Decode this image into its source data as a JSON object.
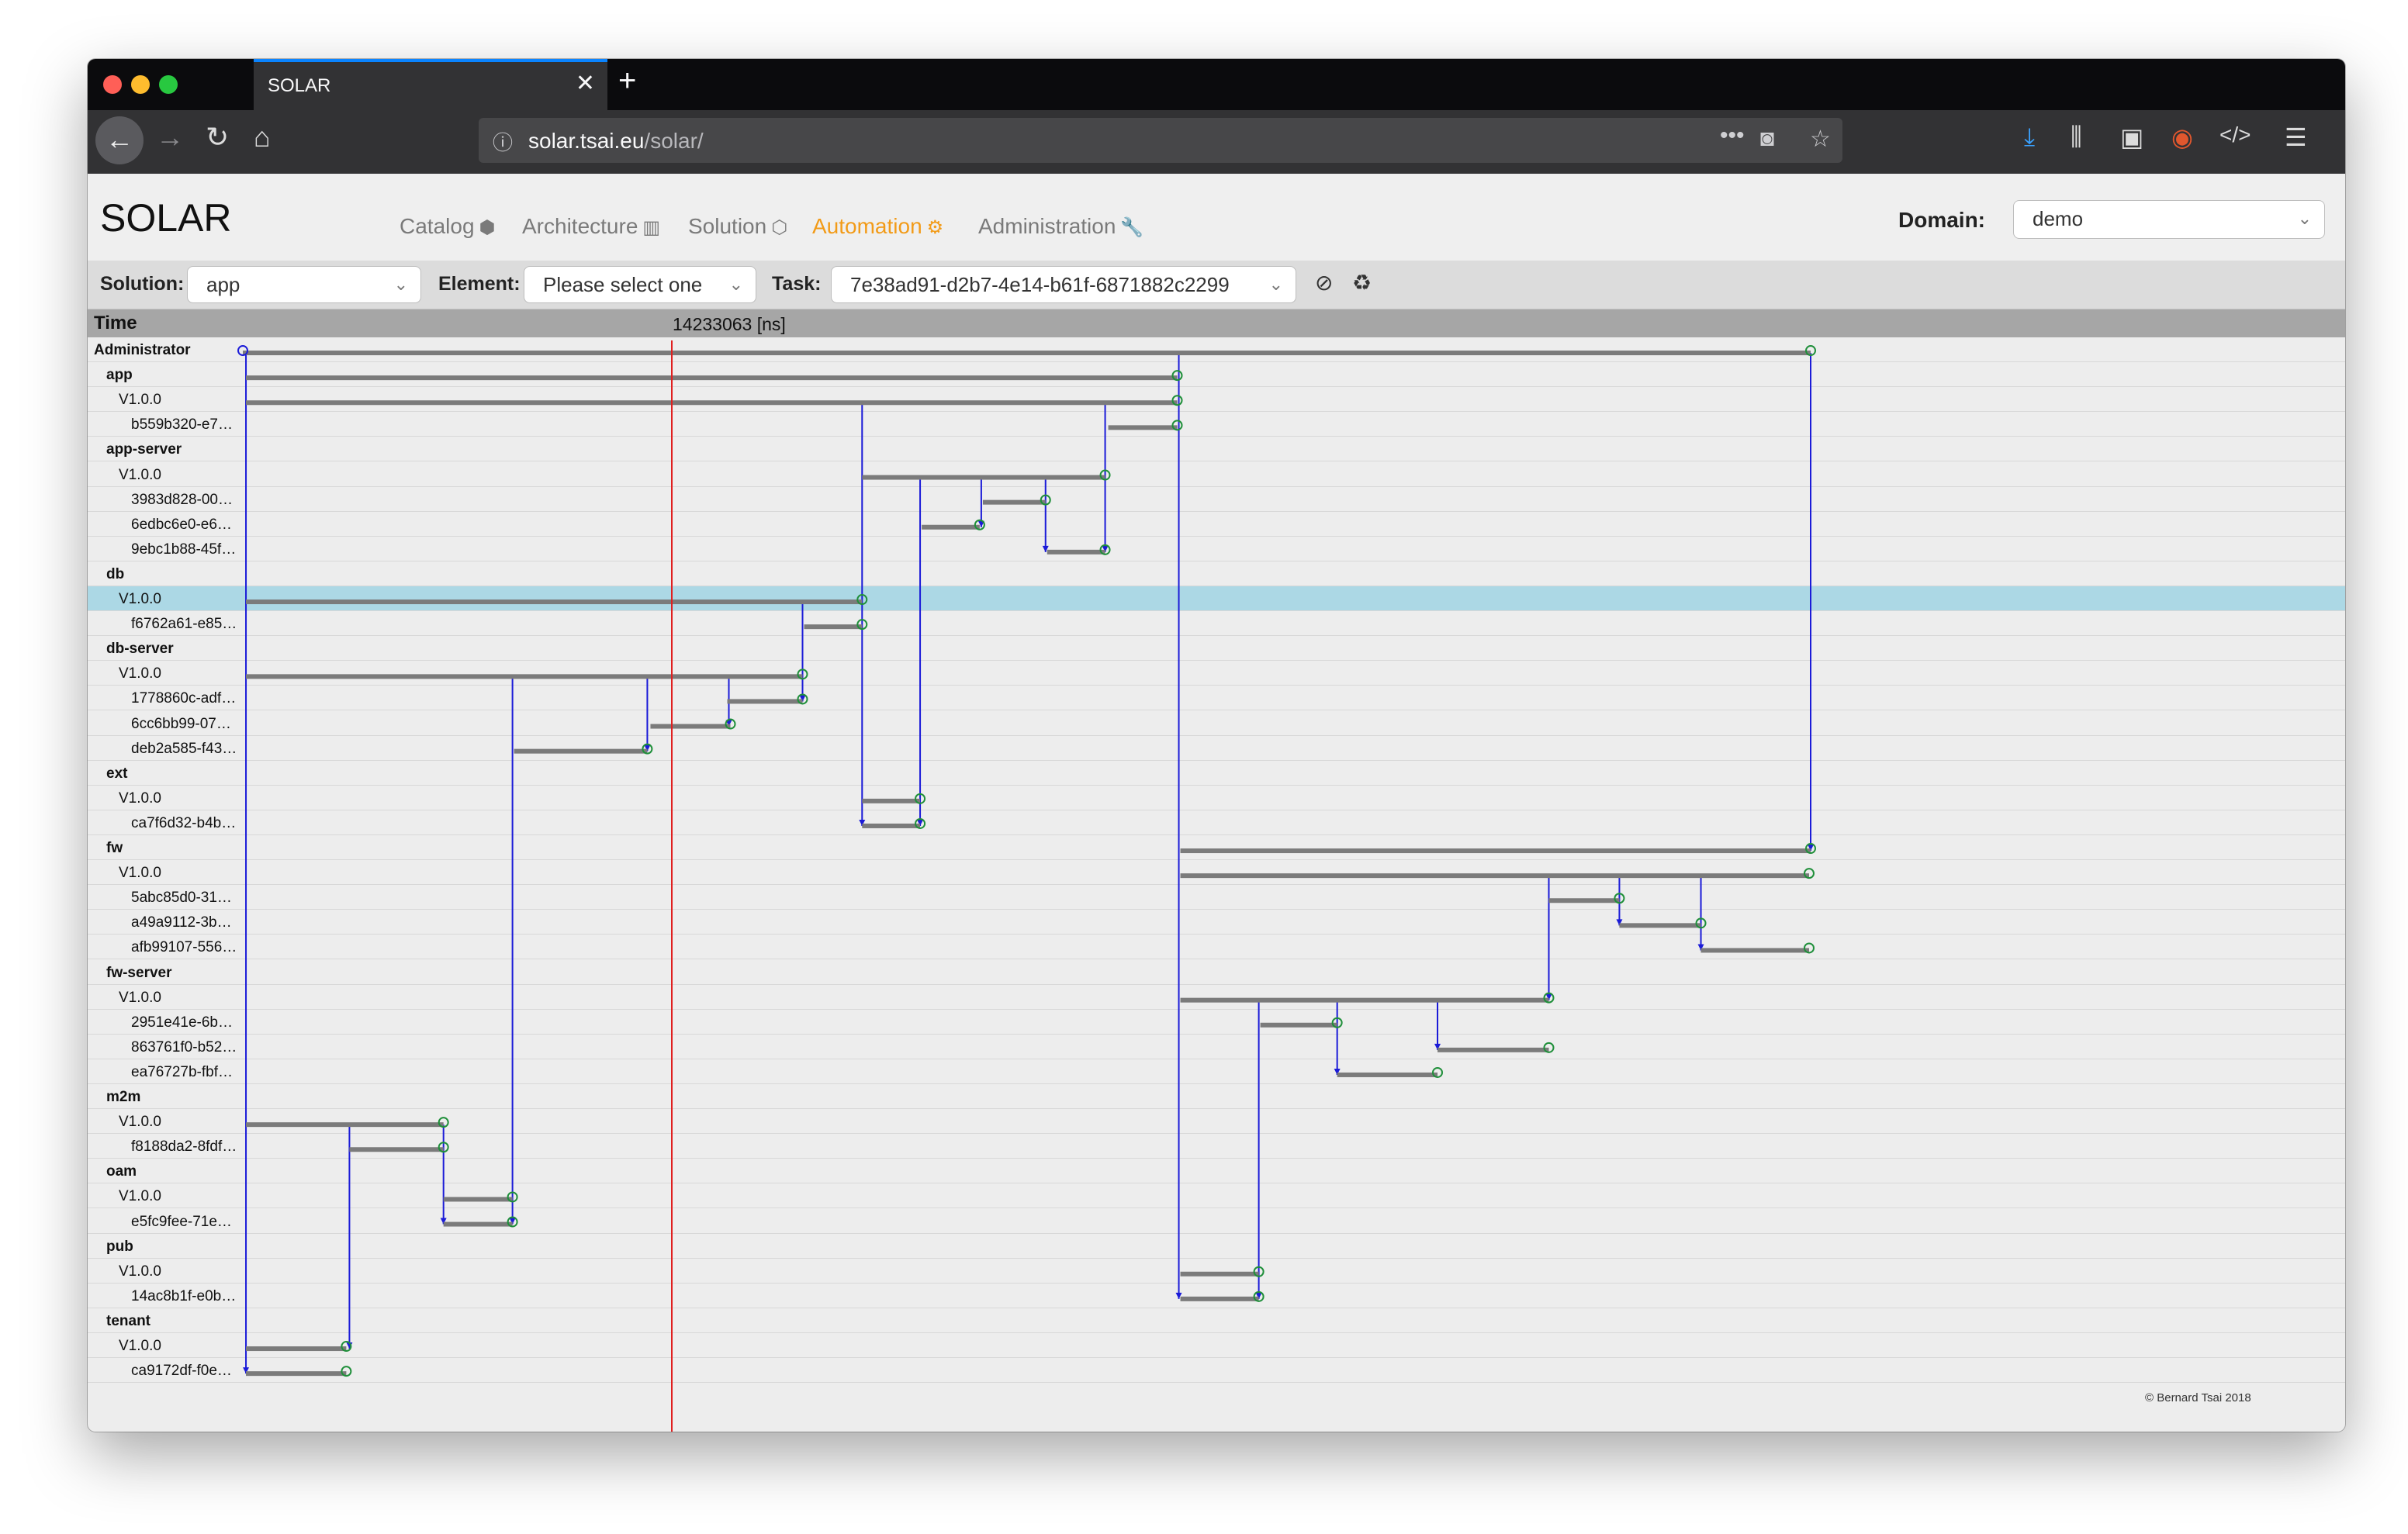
{
  "browser": {
    "tab_title": "SOLAR",
    "tab_close": "✕",
    "new_tab": "+",
    "url_host": "solar.tsai.eu",
    "url_path": "/solar/"
  },
  "app": {
    "brand": "SOLAR",
    "nav": [
      {
        "label": "Catalog",
        "icon": "cube-icon",
        "glyph": "⬢",
        "active": false
      },
      {
        "label": "Architecture",
        "icon": "map-icon",
        "glyph": "▥",
        "active": false
      },
      {
        "label": "Solution",
        "icon": "cubes-icon",
        "glyph": "⬡",
        "active": false
      },
      {
        "label": "Automation",
        "icon": "cogs-icon",
        "glyph": "⚙",
        "active": true
      },
      {
        "label": "Administration",
        "icon": "wrench-icon",
        "glyph": "🔧",
        "active": false
      }
    ],
    "domain_label": "Domain:",
    "domain_value": "demo",
    "accent_color": "#f29b18"
  },
  "toolbar": {
    "solution_label": "Solution:",
    "solution_value": "app",
    "element_label": "Element:",
    "element_value": "Please select one",
    "task_label": "Task:",
    "task_value": "7e38ad91-d2b7-4e14-b61f-6871882c2299"
  },
  "timeline": {
    "time_label": "Time",
    "cursor_value": "14233063 [ns]",
    "selected_row": 10,
    "rows": [
      {
        "label": "Administrator",
        "level": 0,
        "group": true
      },
      {
        "label": "app",
        "level": 1,
        "group": true
      },
      {
        "label": "V1.0.0",
        "level": 2,
        "group": false
      },
      {
        "label": "b559b320-e7…",
        "level": 3,
        "group": false
      },
      {
        "label": "app-server",
        "level": 1,
        "group": true
      },
      {
        "label": "V1.0.0",
        "level": 2,
        "group": false
      },
      {
        "label": "3983d828-00…",
        "level": 3,
        "group": false
      },
      {
        "label": "6edbc6e0-e6…",
        "level": 3,
        "group": false
      },
      {
        "label": "9ebc1b88-45f…",
        "level": 3,
        "group": false
      },
      {
        "label": "db",
        "level": 1,
        "group": true
      },
      {
        "label": "V1.0.0",
        "level": 2,
        "group": false
      },
      {
        "label": "f6762a61-e85…",
        "level": 3,
        "group": false
      },
      {
        "label": "db-server",
        "level": 1,
        "group": true
      },
      {
        "label": "V1.0.0",
        "level": 2,
        "group": false
      },
      {
        "label": "1778860c-adf…",
        "level": 3,
        "group": false
      },
      {
        "label": "6cc6bb99-07…",
        "level": 3,
        "group": false
      },
      {
        "label": "deb2a585-f43…",
        "level": 3,
        "group": false
      },
      {
        "label": "ext",
        "level": 1,
        "group": true
      },
      {
        "label": "V1.0.0",
        "level": 2,
        "group": false
      },
      {
        "label": "ca7f6d32-b4b…",
        "level": 3,
        "group": false
      },
      {
        "label": "fw",
        "level": 1,
        "group": true
      },
      {
        "label": "V1.0.0",
        "level": 2,
        "group": false
      },
      {
        "label": "5abc85d0-31…",
        "level": 3,
        "group": false
      },
      {
        "label": "a49a9112-3b…",
        "level": 3,
        "group": false
      },
      {
        "label": "afb99107-556…",
        "level": 3,
        "group": false
      },
      {
        "label": "fw-server",
        "level": 1,
        "group": true
      },
      {
        "label": "V1.0.0",
        "level": 2,
        "group": false
      },
      {
        "label": "2951e41e-6b…",
        "level": 3,
        "group": false
      },
      {
        "label": "863761f0-b52…",
        "level": 3,
        "group": false
      },
      {
        "label": "ea76727b-fbf…",
        "level": 3,
        "group": false
      },
      {
        "label": "m2m",
        "level": 1,
        "group": true
      },
      {
        "label": "V1.0.0",
        "level": 2,
        "group": false
      },
      {
        "label": "f8188da2-8fdf…",
        "level": 3,
        "group": false
      },
      {
        "label": "oam",
        "level": 1,
        "group": true
      },
      {
        "label": "V1.0.0",
        "level": 2,
        "group": false
      },
      {
        "label": "e5fc9fee-71e…",
        "level": 3,
        "group": false
      },
      {
        "label": "pub",
        "level": 1,
        "group": true
      },
      {
        "label": "V1.0.0",
        "level": 2,
        "group": false
      },
      {
        "label": "14ac8b1f-e0b…",
        "level": 3,
        "group": false
      },
      {
        "label": "tenant",
        "level": 1,
        "group": true
      },
      {
        "label": "V1.0.0",
        "level": 2,
        "group": false
      },
      {
        "label": "ca9172df-f0e…",
        "level": 3,
        "group": false
      }
    ],
    "spans": [
      {
        "row": 0,
        "start": 0.0,
        "end": 100.0
      },
      {
        "row": 1,
        "start": 0.2,
        "end": 59.6
      },
      {
        "row": 2,
        "start": 0.2,
        "end": 59.6
      },
      {
        "row": 3,
        "start": 55.2,
        "end": 59.6
      },
      {
        "row": 5,
        "start": 39.5,
        "end": 55.0
      },
      {
        "row": 6,
        "start": 47.2,
        "end": 51.2
      },
      {
        "row": 7,
        "start": 43.3,
        "end": 47.0
      },
      {
        "row": 8,
        "start": 51.3,
        "end": 55.0
      },
      {
        "row": 10,
        "start": 0.2,
        "end": 39.5
      },
      {
        "row": 11,
        "start": 35.8,
        "end": 39.5
      },
      {
        "row": 13,
        "start": 0.2,
        "end": 35.7
      },
      {
        "row": 14,
        "start": 30.9,
        "end": 35.7
      },
      {
        "row": 15,
        "start": 26.0,
        "end": 31.1
      },
      {
        "row": 16,
        "start": 17.3,
        "end": 25.8
      },
      {
        "row": 18,
        "start": 39.5,
        "end": 43.2
      },
      {
        "row": 19,
        "start": 39.5,
        "end": 43.2
      },
      {
        "row": 20,
        "start": 59.8,
        "end": 100.0
      },
      {
        "row": 21,
        "start": 59.8,
        "end": 99.9
      },
      {
        "row": 22,
        "start": 83.3,
        "end": 87.8
      },
      {
        "row": 23,
        "start": 87.8,
        "end": 93.0
      },
      {
        "row": 24,
        "start": 93.0,
        "end": 99.9
      },
      {
        "row": 26,
        "start": 59.8,
        "end": 83.3
      },
      {
        "row": 27,
        "start": 64.9,
        "end": 69.8
      },
      {
        "row": 28,
        "start": 76.2,
        "end": 83.3
      },
      {
        "row": 29,
        "start": 69.8,
        "end": 76.2
      },
      {
        "row": 31,
        "start": 0.2,
        "end": 12.8
      },
      {
        "row": 32,
        "start": 6.8,
        "end": 12.8
      },
      {
        "row": 34,
        "start": 12.8,
        "end": 17.2
      },
      {
        "row": 35,
        "start": 12.8,
        "end": 17.2
      },
      {
        "row": 37,
        "start": 59.8,
        "end": 64.8
      },
      {
        "row": 38,
        "start": 59.8,
        "end": 64.8
      },
      {
        "row": 40,
        "start": 0.2,
        "end": 6.6
      },
      {
        "row": 41,
        "start": 0.2,
        "end": 6.6
      }
    ],
    "calls": [
      {
        "t": 0.2,
        "from": 0,
        "to": 41
      },
      {
        "t": 6.8,
        "from": 31,
        "to": 40
      },
      {
        "t": 12.8,
        "from": 31,
        "to": 35
      },
      {
        "t": 17.2,
        "from": 13,
        "to": 35
      },
      {
        "t": 25.8,
        "from": 13,
        "to": 16
      },
      {
        "t": 31.0,
        "from": 13,
        "to": 15
      },
      {
        "t": 35.7,
        "from": 10,
        "to": 14
      },
      {
        "t": 39.5,
        "from": 2,
        "to": 19
      },
      {
        "t": 43.2,
        "from": 5,
        "to": 19
      },
      {
        "t": 47.1,
        "from": 5,
        "to": 7
      },
      {
        "t": 51.2,
        "from": 5,
        "to": 8
      },
      {
        "t": 55.0,
        "from": 2,
        "to": 8
      },
      {
        "t": 59.7,
        "from": 0,
        "to": 38
      },
      {
        "t": 64.8,
        "from": 26,
        "to": 38
      },
      {
        "t": 69.8,
        "from": 26,
        "to": 29
      },
      {
        "t": 76.2,
        "from": 26,
        "to": 28
      },
      {
        "t": 83.3,
        "from": 21,
        "to": 26
      },
      {
        "t": 87.8,
        "from": 21,
        "to": 23
      },
      {
        "t": 93.0,
        "from": 21,
        "to": 24
      },
      {
        "t": 100.0,
        "from": 0,
        "to": 20
      }
    ],
    "colors": {
      "span": "#7b7b7b",
      "call": "#1b1bd8",
      "end_marker": "#1f8f3a",
      "cursor": "#e02020",
      "selected": "#acd8e5"
    }
  },
  "footer": {
    "copyright": "© Bernard Tsai 2018"
  }
}
